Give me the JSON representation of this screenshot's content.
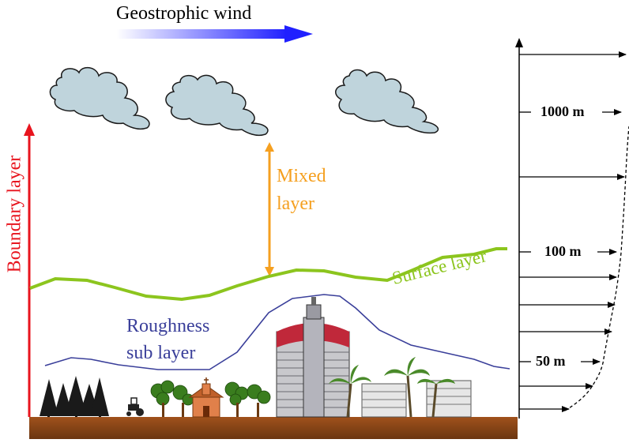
{
  "title": {
    "text": "Geostrophic wind"
  },
  "labels": {
    "boundary_layer": "Boundary layer",
    "mixed_line1": "Mixed",
    "mixed_line2": "layer",
    "surface_layer": "Surface layer",
    "roughness_line1": "Roughness",
    "roughness_line2": "sub layer"
  },
  "heights": {
    "h1000": "1000 m",
    "h100": "100 m",
    "h50": "50 m"
  },
  "colors": {
    "boundary_arrow": "#e8141e",
    "mixed_text": "#f5a020",
    "surface_line": "#8cc51e",
    "roughness_line": "#3a3f9a",
    "wind_arrow": "#3d3dff",
    "ground": "#8b4513",
    "cloud": "#bfd4dc"
  }
}
